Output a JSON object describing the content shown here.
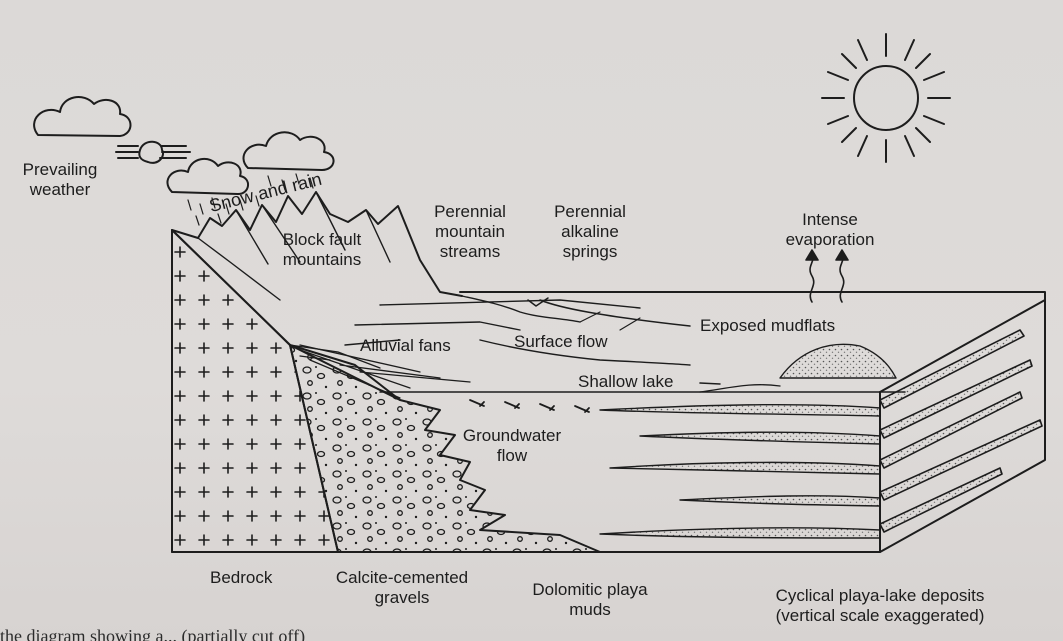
{
  "labels": {
    "prevailing_weather": [
      "Prevailing",
      "weather"
    ],
    "snow_and_rain": "Snow and rain",
    "block_fault_mountains": [
      "Block fault",
      "mountains"
    ],
    "perennial_mountain_streams": [
      "Perennial",
      "mountain",
      "streams"
    ],
    "perennial_alkaline_springs": [
      "Perennial",
      "alkaline",
      "springs"
    ],
    "intense_evaporation": [
      "Intense",
      "evaporation"
    ],
    "exposed_mudflats": "Exposed mudflats",
    "alluvial_fans": "Alluvial fans",
    "surface_flow": "Surface flow",
    "shallow_lake": "Shallow lake",
    "groundwater_flow": [
      "Groundwater",
      "flow"
    ],
    "bedrock": "Bedrock",
    "calcite_cemented_gravels": [
      "Calcite-cemented",
      "gravels"
    ],
    "dolomitic_playa_muds": [
      "Dolomitic playa",
      "muds"
    ],
    "cyclical_deposits": [
      "Cyclical playa-lake deposits",
      "(vertical scale exaggerated)"
    ]
  },
  "page_text_fragment": "the diagram showing a... (partially cut off)",
  "colors": {
    "ink": "#1d1d1d",
    "paper": "#dcd9d7",
    "stipple": "#8a8684"
  },
  "icons": [
    "sun-icon",
    "cloud-icon",
    "wind-icon",
    "evaporation-arrow-icon",
    "mountain-icon"
  ]
}
